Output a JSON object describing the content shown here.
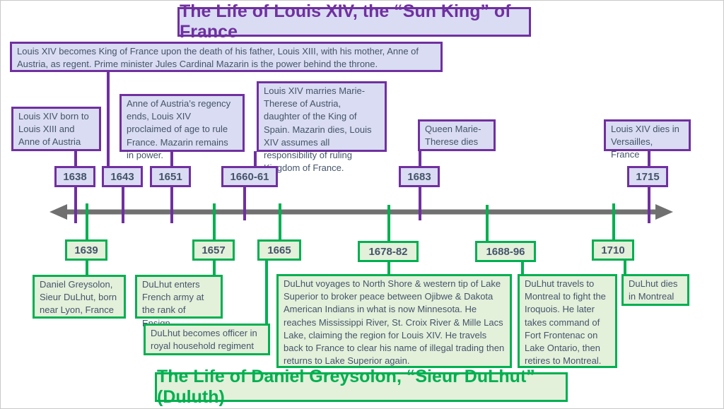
{
  "titles": {
    "top": "The Life of Louis XIV, the “Sun King” of France",
    "bottom": "The Life of Daniel Greysolon, “Sieur DuLhut” (Duluth)"
  },
  "colors": {
    "purple": "#7030a0",
    "green": "#00b050",
    "axis": "#707070",
    "text": "#44546a"
  },
  "louis": [
    {
      "year": "1638",
      "text": "Louis XIV born to Louis XIII and Anne of Austria"
    },
    {
      "year": "1643",
      "text": "Louis XIV becomes King of France upon the death of his father, Louis XIII, with his mother, Anne of Austria, as regent. Prime minister Jules Cardinal Mazarin is the power behind the throne."
    },
    {
      "year": "1651",
      "text": "Anne of Austria’s regency ends, Louis XIV proclaimed of age to rule France. Mazarin remains in power."
    },
    {
      "year": "1660-61",
      "text": "Louis XIV marries Marie-Therese of Austria, daughter of the King of Spain. Mazarin dies, Louis XIV assumes all responsibility of ruling Kingdom of France."
    },
    {
      "year": "1683",
      "text": "Queen Marie-Therese dies"
    },
    {
      "year": "1715",
      "text": "Louis XIV dies in Versailles, France"
    }
  ],
  "dulhut": [
    {
      "year": "1639",
      "text": "Daniel Greysolon, Sieur DuLhut, born near Lyon, France"
    },
    {
      "year": "1657",
      "text": "DuLhut enters French army at the rank of Ensign"
    },
    {
      "year": "1665",
      "text": "DuLhut becomes officer in royal household regiment"
    },
    {
      "year": "1678-82",
      "text": "DuLhut voyages to North Shore & western tip of Lake Superior to broker peace between Ojibwe & Dakota American Indians in what is now Minnesota. He reaches Mississippi River, St. Croix River & Mille Lacs Lake, claiming the region for Louis XIV. He travels back to France to clear his name of illegal trading then returns to Lake Superior again."
    },
    {
      "year": "1688-96",
      "text": "DuLhut travels to Montreal to fight the Iroquois. He later takes command of Fort Frontenac on Lake Ontario, then retires to Montreal."
    },
    {
      "year": "1710",
      "text": "DuLhut dies in Montreal"
    }
  ]
}
